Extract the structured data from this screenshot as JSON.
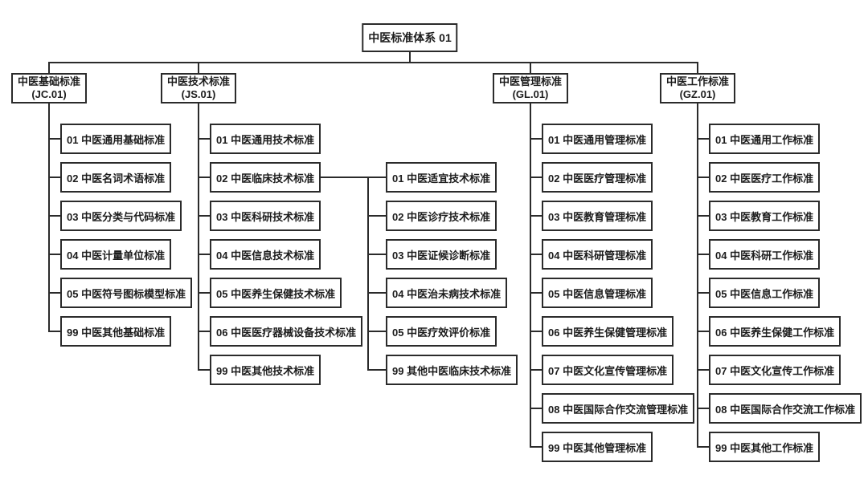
{
  "diagram": {
    "root": {
      "label": "中医标准体系 01"
    },
    "branches": [
      {
        "title": "中医基础标准",
        "code": "(JC.01)",
        "items": [
          {
            "label": "01 中医通用基础标准"
          },
          {
            "label": "02 中医名词术语标准"
          },
          {
            "label": "03 中医分类与代码标准"
          },
          {
            "label": "04 中医计量单位标准"
          },
          {
            "label": "05 中医符号图标模型标准"
          },
          {
            "label": "99 中医其他基础标准"
          }
        ]
      },
      {
        "title": "中医技术标准",
        "code": "(JS.01)",
        "items": [
          {
            "label": "01 中医通用技术标准"
          },
          {
            "label": "02 中医临床技术标准",
            "children": [
              {
                "label": "01 中医适宜技术标准"
              },
              {
                "label": "02 中医诊疗技术标准"
              },
              {
                "label": "03 中医证候诊断标准"
              },
              {
                "label": "04 中医治未病技术标准"
              },
              {
                "label": "05 中医疗效评价标准"
              },
              {
                "label": "99 其他中医临床技术标准"
              }
            ]
          },
          {
            "label": "03 中医科研技术标准"
          },
          {
            "label": "04 中医信息技术标准"
          },
          {
            "label": "05 中医养生保健技术标准"
          },
          {
            "label": "06 中医医疗器械设备技术标准"
          },
          {
            "label": "99 中医其他技术标准"
          }
        ]
      },
      {
        "title": "中医管理标准",
        "code": "(GL.01)",
        "items": [
          {
            "label": "01 中医通用管理标准"
          },
          {
            "label": "02 中医医疗管理标准"
          },
          {
            "label": "03 中医教育管理标准"
          },
          {
            "label": "04 中医科研管理标准"
          },
          {
            "label": "05 中医信息管理标准"
          },
          {
            "label": "06 中医养生保健管理标准"
          },
          {
            "label": "07 中医文化宣传管理标准"
          },
          {
            "label": "08 中医国际合作交流管理标准"
          },
          {
            "label": "99 中医其他管理标准"
          }
        ]
      },
      {
        "title": "中医工作标准",
        "code": "(GZ.01)",
        "items": [
          {
            "label": "01 中医通用工作标准"
          },
          {
            "label": "02 中医医疗工作标准"
          },
          {
            "label": "03 中医教育工作标准"
          },
          {
            "label": "04 中医科研工作标准"
          },
          {
            "label": "05 中医信息工作标准"
          },
          {
            "label": "06 中医养生保健工作标准"
          },
          {
            "label": "07 中医文化宣传工作标准"
          },
          {
            "label": "08 中医国际合作交流工作标准"
          },
          {
            "label": "99 中医其他工作标准"
          }
        ]
      }
    ],
    "colors": {
      "background": "#ffffff",
      "border": "#2b2b2b",
      "line": "#2b2b2b",
      "text": "#1c1c1c"
    }
  }
}
